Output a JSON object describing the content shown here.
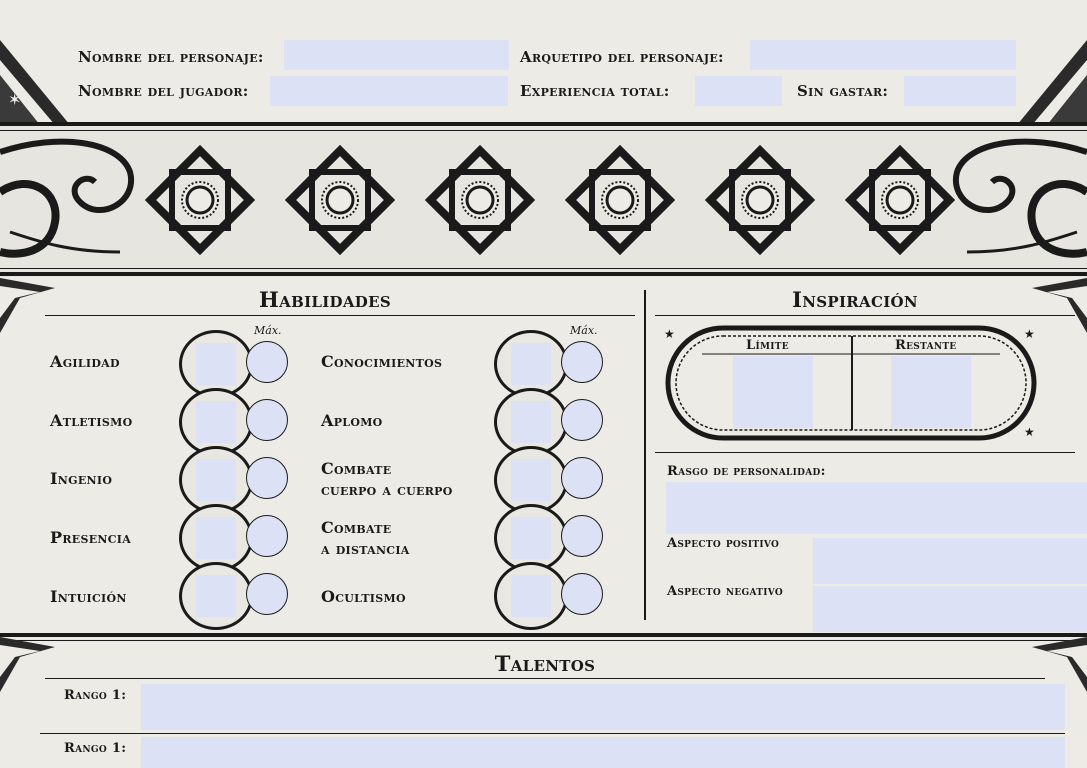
{
  "header": {
    "character_name_label": "Nombre del personaje:",
    "archetype_label": "Arquetipo del personaje:",
    "player_name_label": "Nombre del jugador:",
    "total_xp_label": "Experiencia total:",
    "unspent_label": "Sin gastar:"
  },
  "skills": {
    "title": "Habilidades",
    "max_label": "Máx.",
    "left": [
      "Agilidad",
      "Atletismo",
      "Ingenio",
      "Presencia",
      "Intuición"
    ],
    "right": [
      {
        "line1": "Conocimientos",
        "line2": ""
      },
      {
        "line1": "Aplomo",
        "line2": ""
      },
      {
        "line1": "Combate",
        "line2": "cuerpo a cuerpo"
      },
      {
        "line1": "Combate",
        "line2": "a distancia"
      },
      {
        "line1": "Ocultismo",
        "line2": ""
      }
    ]
  },
  "inspiration": {
    "title": "Inspiración",
    "limit_label": "Límite",
    "remaining_label": "Restante",
    "trait_label": "Rasgo de personalidad:",
    "positive_label": "Aspecto positivo",
    "negative_label": "Aspecto negativo"
  },
  "talents": {
    "title": "Talentos",
    "rows": [
      "Rango 1:",
      "Rango 1:"
    ]
  },
  "colors": {
    "field": "#dde1f5",
    "ink": "#1a1a1a",
    "paper": "#ecebe6"
  }
}
